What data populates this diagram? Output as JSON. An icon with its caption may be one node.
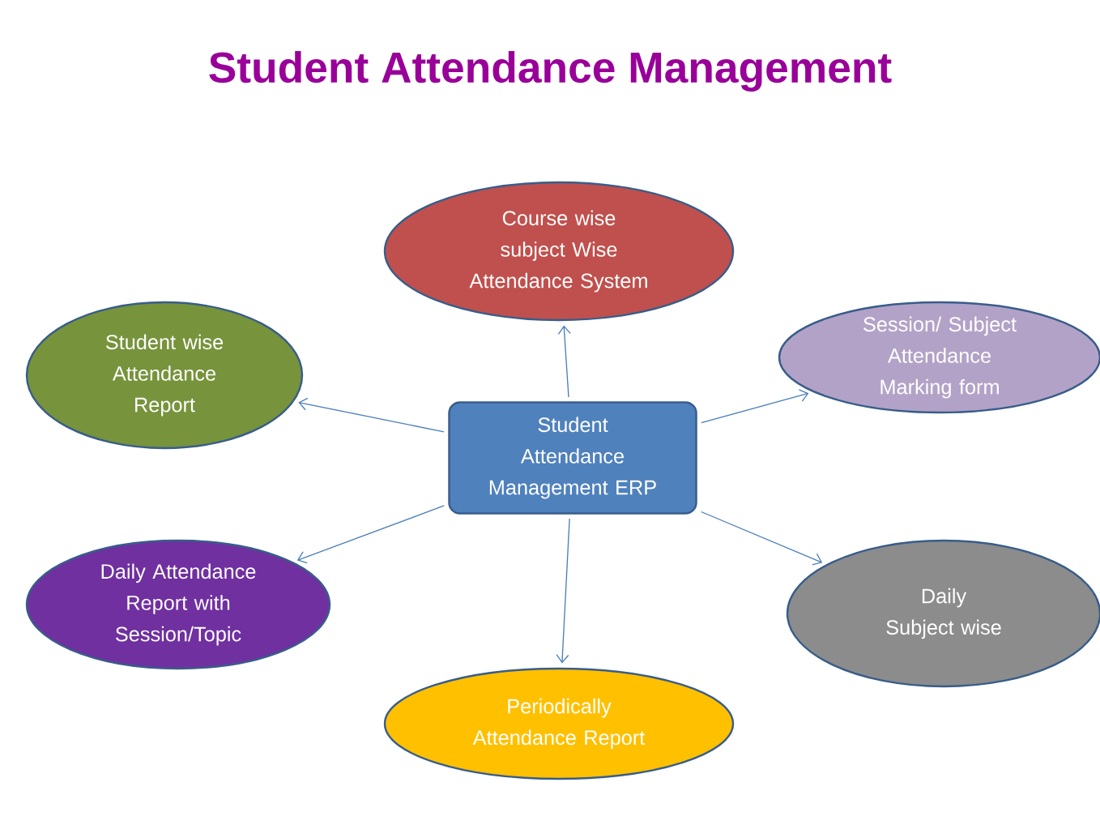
{
  "diagram": {
    "title": "Student Attendance Management",
    "nodes": [
      {
        "text": [
          "Course wise subject Wise Attendance System"
        ]
      },
      {
        "text": [
          "Student wise Attendance Report"
        ]
      },
      {
        "text": [
          "Session/ Subject Attendance Marking form"
        ]
      },
      {
        "text": [
          "Student Attendance Management ERP"
        ]
      },
      {
        "text": [
          "Daily Attendance Report with Session/Topic"
        ]
      },
      {
        "text": [
          "Daily Subject wise"
        ]
      },
      {
        "text": [
          "Periodically Attendance Report"
        ]
      }
    ],
    "edges": [
      {
        "from": 3,
        "to": 0,
        "arrow": "to"
      },
      {
        "from": 3,
        "to": 1,
        "arrow": "to"
      },
      {
        "from": 3,
        "to": 2,
        "arrow": "to"
      },
      {
        "from": 3,
        "to": 4,
        "arrow": "to"
      },
      {
        "from": 3,
        "to": 5,
        "arrow": "to"
      },
      {
        "from": 3,
        "to": 6,
        "arrow": "to"
      }
    ]
  }
}
